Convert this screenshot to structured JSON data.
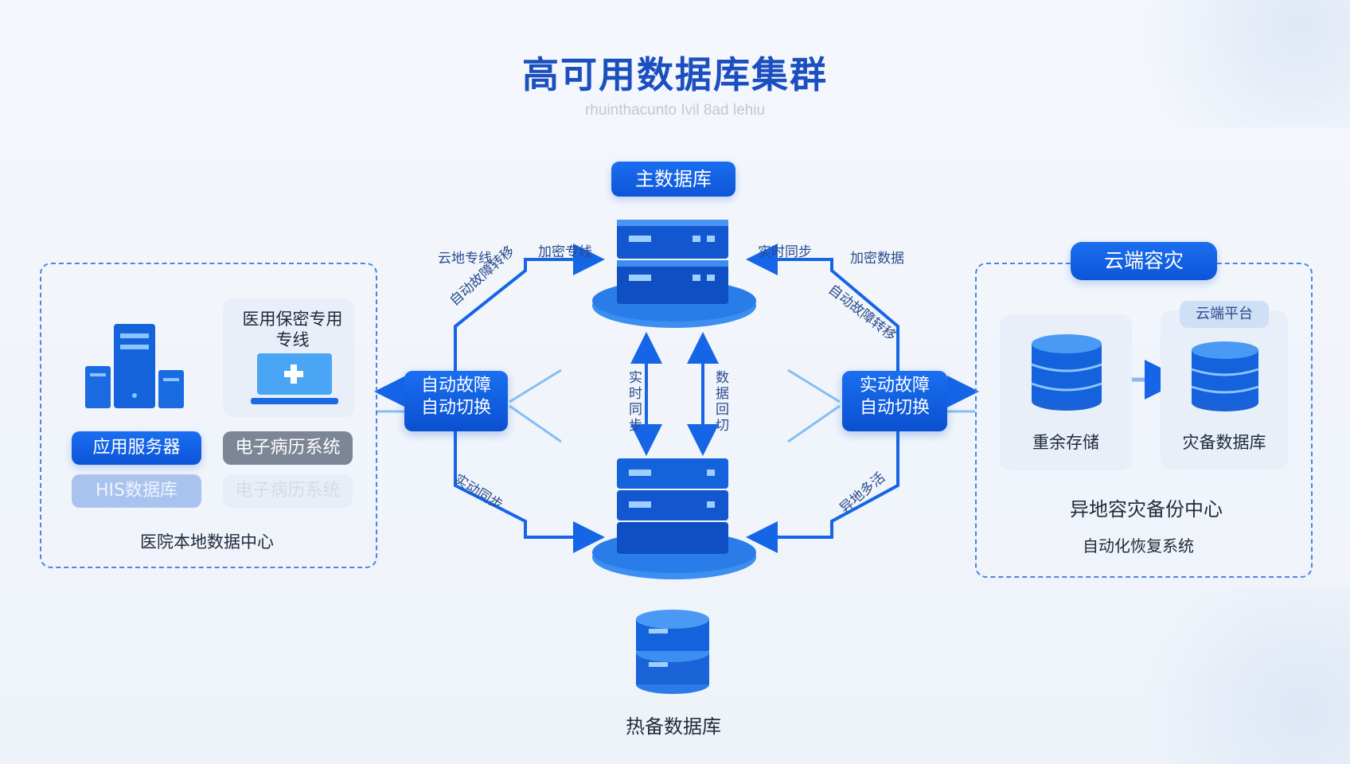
{
  "title": "高可用数据库集群",
  "subtitle": "rhuinthacunto Ivil 8ad lehiu",
  "top_db": {
    "label": "主数据库"
  },
  "bottom_db": {
    "label": "热备数据库"
  },
  "left_center": {
    "title": "医院本地数据中心",
    "app_server": "应用服务器",
    "emr": "电子病历系统",
    "his": "HIS数据库",
    "emr_ghost": "电子病历系统",
    "dedicated_line": "医用保密专用专线"
  },
  "right_center": {
    "badge": "云端容灾",
    "platform": "云端平台",
    "storage": "重余存储",
    "dr_db": "灾备数据库",
    "title": "异地容灾备份中心",
    "subtitle": "自动化恢复系统"
  },
  "left_node": {
    "line1": "自动故障",
    "line2": "自动切换"
  },
  "right_node": {
    "line1": "实动故障",
    "line2": "自动切换"
  },
  "edge_labels": {
    "left_top_1": "云地专线",
    "left_top_2": "加密专线",
    "left_diag": "自动故障转移",
    "left_bottom": "实动同步",
    "right_top_1": "实时同步",
    "right_top_2": "加密数据",
    "right_diag": "自动故障转移",
    "right_bottom": "异地多活",
    "center_left": "实时同步",
    "center_right": "数据回切"
  },
  "colors": {
    "accent": "#1565e6",
    "dashed": "#4a86e0"
  }
}
